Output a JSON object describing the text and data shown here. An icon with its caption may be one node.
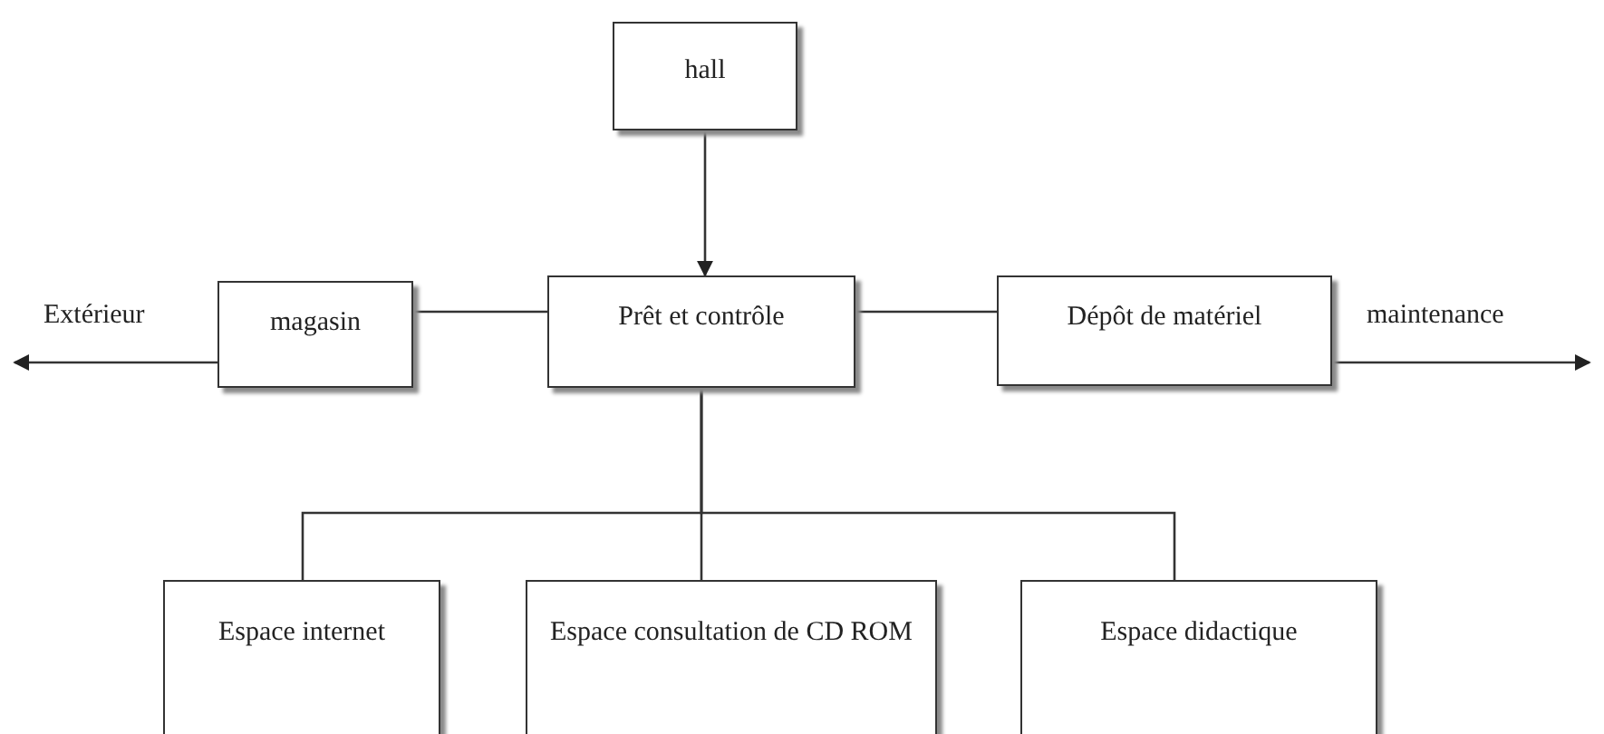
{
  "diagram": {
    "nodes": [
      {
        "text": [
          "hall"
        ]
      },
      {
        "text": [
          "magasin"
        ]
      },
      {
        "text": [
          "Prêt et contrôle"
        ]
      },
      {
        "text": [
          "Dépôt de matériel"
        ]
      },
      {
        "text": [
          "Espace internet"
        ]
      },
      {
        "text": [
          "Espace consultation de CD ROM"
        ]
      },
      {
        "text": [
          "Espace didactique"
        ]
      }
    ],
    "edges": [
      {
        "from": 0,
        "to": 2,
        "arrow": "to"
      },
      {
        "from": 1,
        "to": null,
        "arrow": "to",
        "label": "Extérieur"
      },
      {
        "from": 1,
        "to": 2,
        "arrow": "none"
      },
      {
        "from": 2,
        "to": 3,
        "arrow": "none"
      },
      {
        "from": 3,
        "to": null,
        "arrow": "to",
        "label": "maintenance"
      },
      {
        "from": 2,
        "to": 4,
        "arrow": "none"
      },
      {
        "from": 2,
        "to": 5,
        "arrow": "none"
      },
      {
        "from": 2,
        "to": 6,
        "arrow": "none"
      }
    ]
  }
}
